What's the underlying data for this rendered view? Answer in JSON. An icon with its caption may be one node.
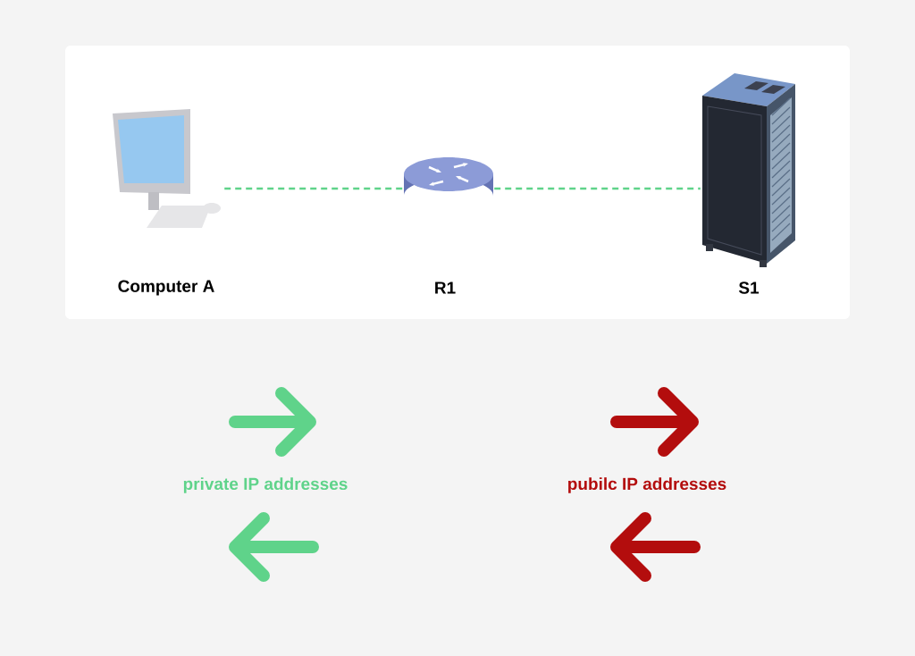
{
  "diagram": {
    "nodes": [
      {
        "text": [],
        "shape": "picture",
        "beside": [
          "Computer A"
        ]
      },
      {
        "text": [],
        "shape": "picture"
      },
      {
        "text": [],
        "shape": "picture",
        "beside": [
          "S1"
        ]
      }
    ],
    "edges": [
      {
        "from": 0,
        "to": 1,
        "arrow": "none",
        "style": "dashed"
      },
      {
        "from": 1,
        "to": 2,
        "arrow": "none",
        "style": "dashed"
      }
    ],
    "labels": [
      "R1",
      "private IP addresses",
      "pubilc IP addresses"
    ]
  }
}
